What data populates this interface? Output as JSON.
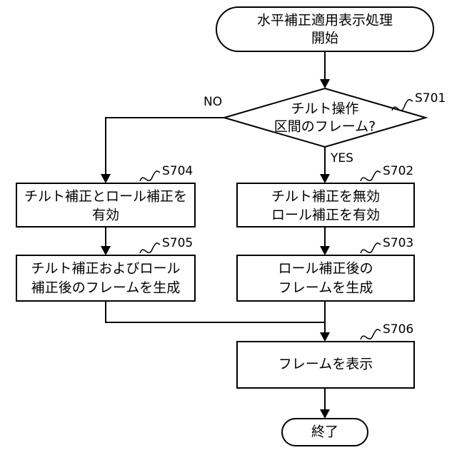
{
  "nodes": {
    "start": {
      "lines": [
        "水平補正適用表示処理",
        "開始"
      ]
    },
    "decision": {
      "lines": [
        "チルト操作",
        "区間のフレーム?"
      ],
      "step": "S701"
    },
    "s704": {
      "lines": [
        "チルト補正とロール補正を",
        "有効"
      ],
      "step": "S704"
    },
    "s705": {
      "lines": [
        "チルト補正およびロール",
        "補正後のフレームを生成"
      ],
      "step": "S705"
    },
    "s702": {
      "lines": [
        "チルト補正を無効",
        "ロール補正を有効"
      ],
      "step": "S702"
    },
    "s703": {
      "lines": [
        "ロール補正後の",
        "フレームを生成"
      ],
      "step": "S703"
    },
    "s706": {
      "lines": [
        "フレームを表示"
      ],
      "step": "S706"
    },
    "end": {
      "lines": [
        "終了"
      ]
    }
  },
  "branches": {
    "no": "NO",
    "yes": "YES"
  }
}
